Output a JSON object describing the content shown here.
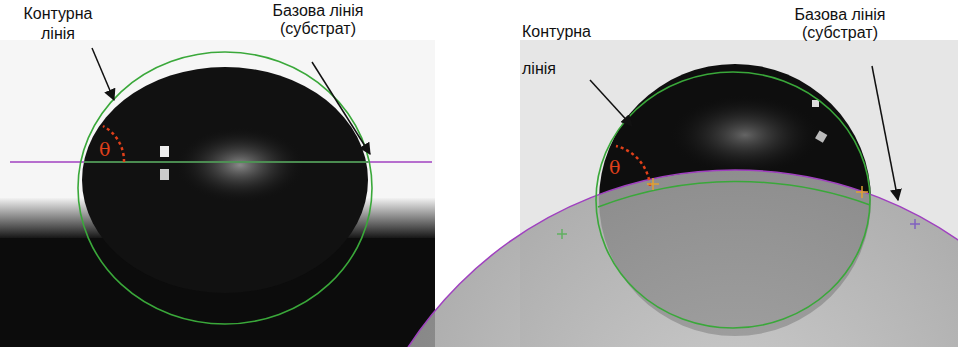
{
  "diagram": {
    "labels": [
      "Контурна лінія",
      "Базова лінія (субстрат)",
      "θ",
      "Контурна лінія",
      "Базова лінія (субстрат)",
      "θ"
    ]
  }
}
